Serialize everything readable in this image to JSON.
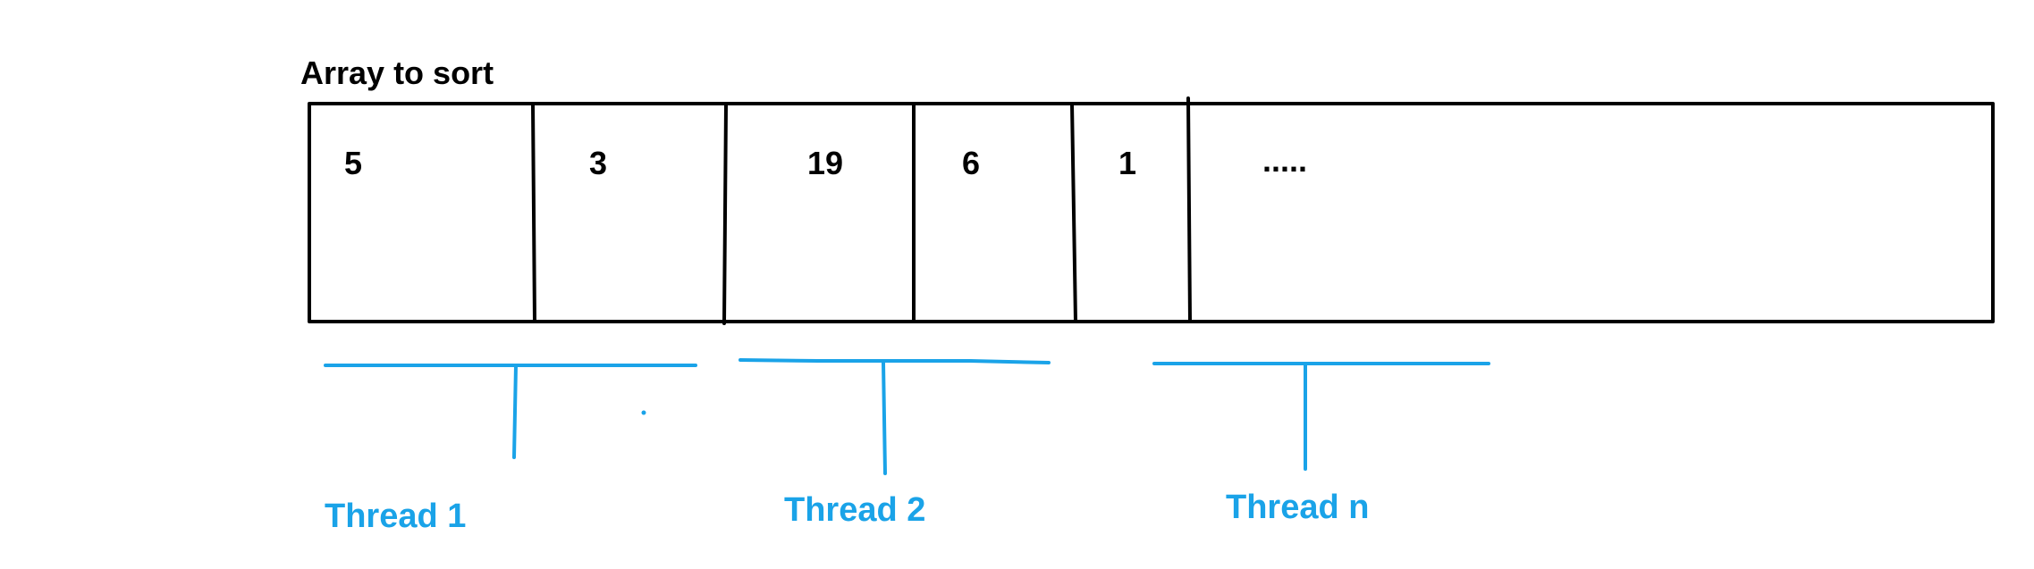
{
  "diagram": {
    "title": "Array to sort",
    "cells": [
      "5",
      "3",
      "19",
      "6",
      "1",
      "....."
    ],
    "threads": [
      "Thread 1",
      "Thread 2",
      "Thread n"
    ]
  },
  "colors": {
    "array": "#000000",
    "threads": "#1aa3e8",
    "background": "#ffffff"
  }
}
